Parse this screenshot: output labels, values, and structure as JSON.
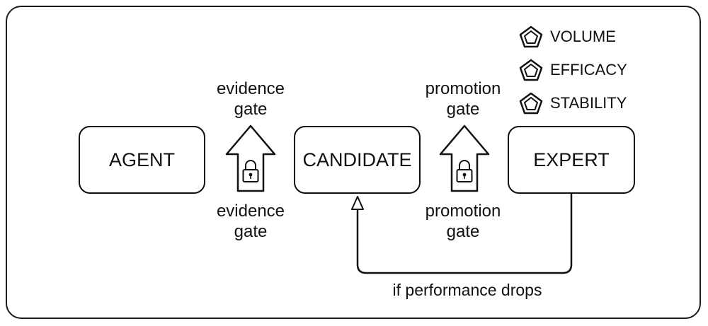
{
  "nodes": {
    "agent": "AGENT",
    "candidate": "CANDIDATE",
    "expert": "EXPERT"
  },
  "gates": {
    "gate_1_top": "evidence\ngate",
    "gate_1_bottom": "evidence\ngate",
    "gate_2_top": "promotion\ngate",
    "gate_2_bottom": "promotion\ngate"
  },
  "gate_icon": "padlock-icon",
  "legend": [
    {
      "icon": "pentagon-icon",
      "label": "VOLUME"
    },
    {
      "icon": "pentagon-icon",
      "label": "EFFICACY"
    },
    {
      "icon": "pentagon-icon",
      "label": "STABILITY"
    }
  ],
  "feedback": {
    "label": "if performance drops"
  },
  "colors": {
    "stroke": "#111111",
    "background": "#ffffff"
  }
}
